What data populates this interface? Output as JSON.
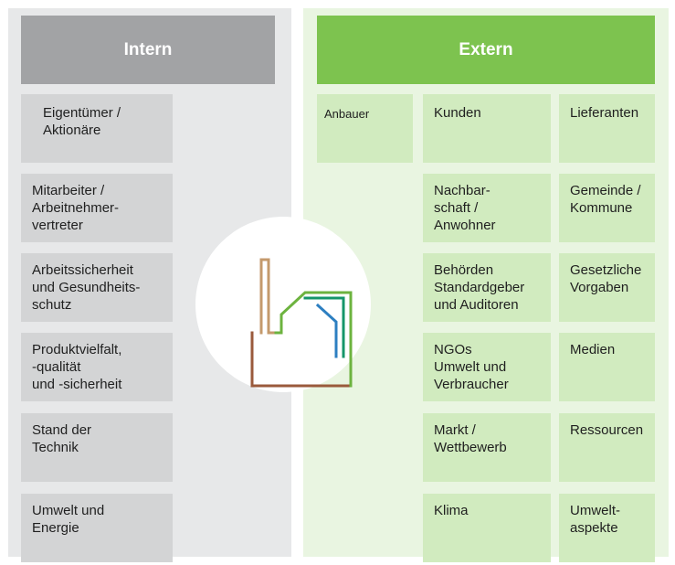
{
  "intern": {
    "title": "Intern",
    "items": [
      "Eigentümer /\nAktionäre",
      "Mitarbeiter /\nArbeitnehmer-\nvertreter",
      "Arbeitssicherheit\nund Gesundheits-\nschutz",
      "Produktvielfalt,\n-qualität\nund -sicherheit",
      "Stand der\nTechnik",
      "Umwelt und\nEnergie"
    ]
  },
  "extern": {
    "title": "Extern",
    "anbauer": "Anbauer",
    "col2": [
      "Kunden",
      "Nachbar-\nschaft /\nAnwohner",
      "Behörden\nStandardgeber\nund Auditoren",
      "NGOs\nUmwelt und\nVerbraucher",
      "Markt /\nWettbewerb",
      "Klima"
    ],
    "col3": [
      "Lieferanten",
      "Gemeinde /\nKommune",
      "Gesetzliche\nVorgaben",
      "Medien",
      "Ressourcen",
      "Umwelt-\naspekte"
    ]
  },
  "colors": {
    "intern_header": "#a2a3a5",
    "extern_header": "#7dc34f",
    "intern_box": "#d3d4d5",
    "extern_box": "#d1ebbf",
    "icon_tan": "#c49a6c",
    "icon_brown": "#9a5a3c",
    "icon_green": "#6db33f",
    "icon_teal": "#15956a",
    "icon_blue": "#2d7fc1"
  },
  "icon": "factory-icon"
}
